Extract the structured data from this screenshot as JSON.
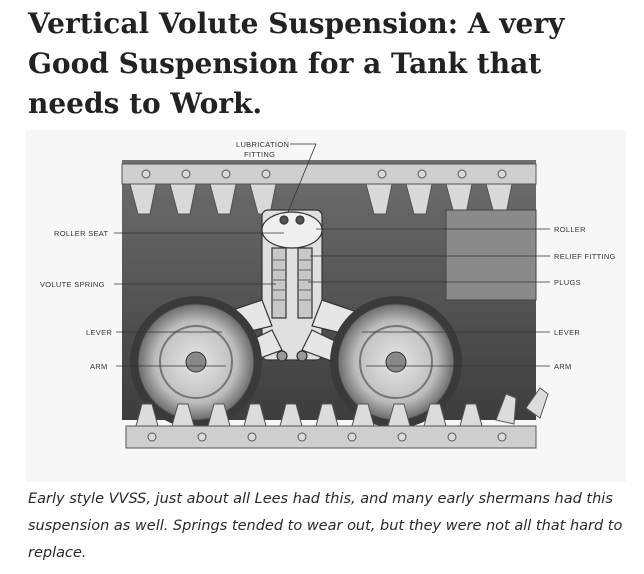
{
  "title": "Vertical Volute Suspension: A very Good Suspension for a Tank that needs to Work.",
  "figure": {
    "labels": {
      "lubrication_1": "LUBRICATION",
      "lubrication_2": "FITTING",
      "roller_seat": "ROLLER SEAT",
      "volute_spring": "VOLUTE SPRING",
      "lever_left": "LEVER",
      "arm_left": "ARM",
      "roller": "ROLLER",
      "relief_fitting": "RELIEF FITTING",
      "plugs": "PLUGS",
      "lever_right": "LEVER",
      "arm_right": "ARM"
    }
  },
  "caption": "Early style VVSS, just about all Lees had this, and many early shermans had this suspension as well. Springs tended to wear out, but they were not all that hard to replace."
}
